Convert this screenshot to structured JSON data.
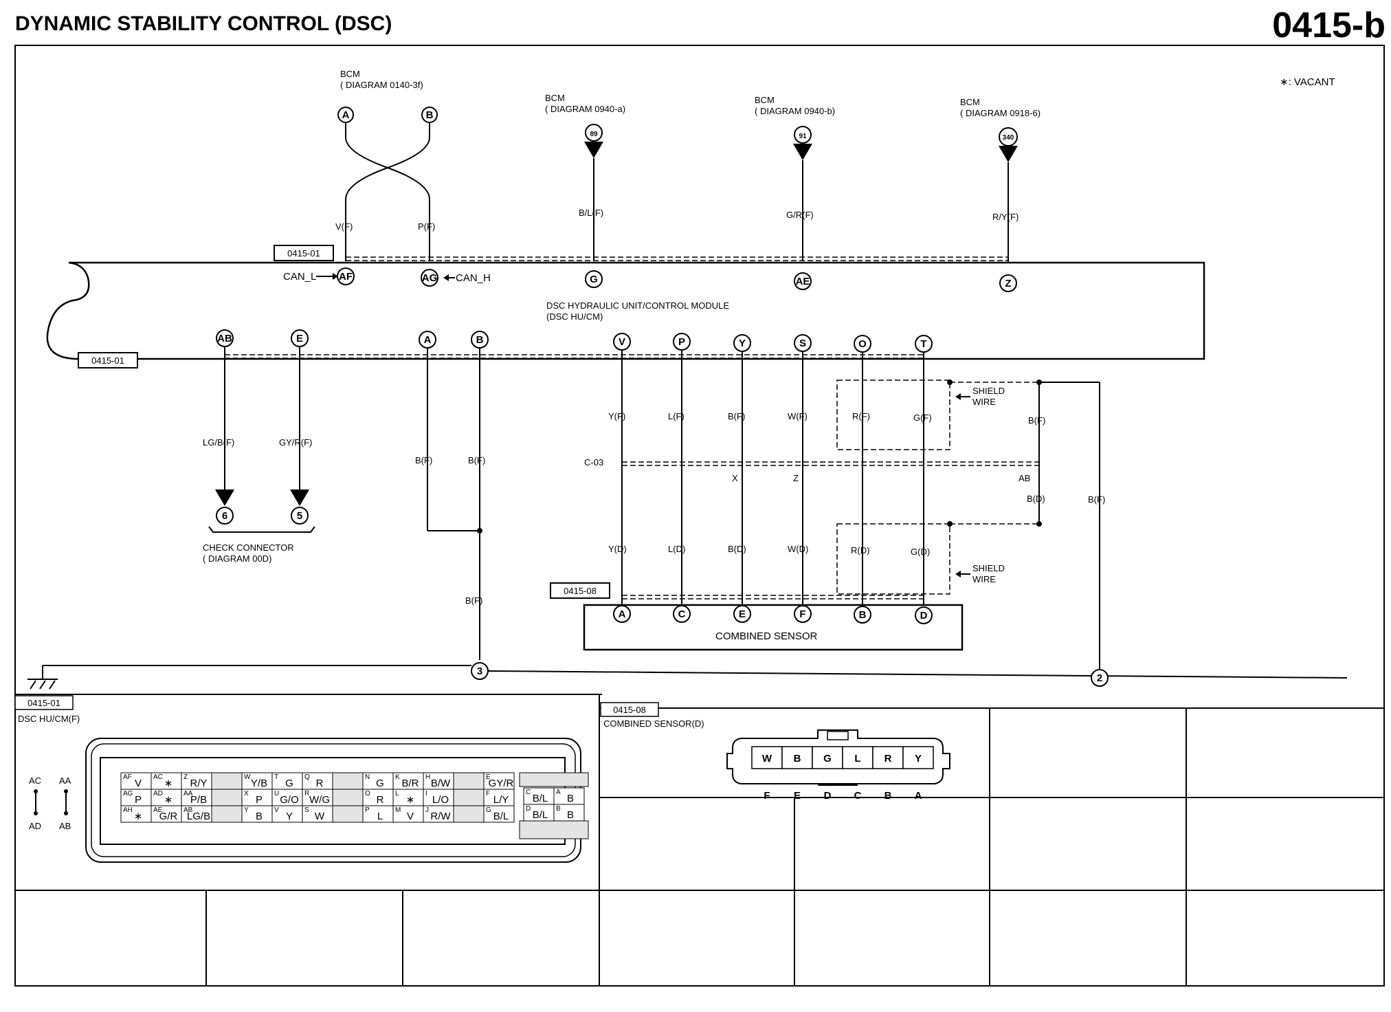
{
  "header": {
    "title": "DYNAMIC STABILITY CONTROL (DSC)",
    "page_code": "0415-b",
    "vacant_note": "∗: VACANT"
  },
  "refs": {
    "r0101": "0415-01",
    "r0108": "0415-08"
  },
  "bcm_sources": [
    {
      "name": "BCM",
      "diagram": "( DIAGRAM 0140-3f)",
      "pins": [
        "A",
        "B"
      ]
    },
    {
      "name": "BCM",
      "diagram": "( DIAGRAM 0940-a)",
      "pin": "89",
      "wire": "B/L(F)"
    },
    {
      "name": "BCM",
      "diagram": "( DIAGRAM 0940-b)",
      "pin": "91",
      "wire": "G/R(F)"
    },
    {
      "name": "BCM",
      "diagram": "( DIAGRAM 0918-6)",
      "pin": "340",
      "wire": "R/Y(F)"
    }
  ],
  "can": {
    "low": "CAN_L",
    "high": "CAN_H",
    "low_wire": "V(F)",
    "high_wire": "P(F)"
  },
  "module": {
    "name": "DSC HYDRAULIC UNIT/CONTROL MODULE",
    "abbr": "(DSC HU/CM)",
    "top_pins": [
      "AF",
      "AG",
      "G",
      "AE",
      "Z"
    ],
    "bottom_pins": [
      "AB",
      "E",
      "A",
      "B",
      "V",
      "P",
      "Y",
      "S",
      "O",
      "T"
    ]
  },
  "check_connector": {
    "name": "CHECK CONNECTOR",
    "diagram": "( DIAGRAM 00D)",
    "wires": [
      "LG/B(F)",
      "GY/R(F)"
    ],
    "pins": [
      "6",
      "5"
    ]
  },
  "ground": {
    "wires": [
      "B(F)",
      "B(F)",
      "B(F)"
    ],
    "points": [
      "3",
      "2"
    ],
    "shield_wires": [
      "B(F)",
      "B(D)",
      "B(F)"
    ]
  },
  "sensor_wires": {
    "f": [
      "Y(F)",
      "L(F)",
      "B(F)",
      "W(F)",
      "R(F)",
      "G(F)"
    ],
    "d": [
      "Y(D)",
      "L(D)",
      "B(D)",
      "W(D)",
      "R(D)",
      "G(D)"
    ],
    "joint": "C-03",
    "joint_pins": [
      "X",
      "Z",
      "AB"
    ],
    "shield": "SHIELD",
    "wire_word": "WIRE"
  },
  "combined_sensor": {
    "name": "COMBINED SENSOR",
    "pins": [
      "A",
      "C",
      "E",
      "F",
      "B",
      "D"
    ]
  },
  "connector_views": {
    "dsc": {
      "ref": "0415-01",
      "title": "DSC HU/CM(F)",
      "legend": [
        "AC",
        "AD",
        "AA",
        "AB"
      ],
      "rows": [
        [
          [
            "AF",
            "V"
          ],
          [
            "AC",
            "∗"
          ],
          [
            "Z",
            "R/Y"
          ],
          [
            "",
            ""
          ],
          [
            "W",
            "Y/B"
          ],
          [
            "T",
            "G"
          ],
          [
            "Q",
            "R"
          ],
          [
            "",
            ""
          ],
          [
            "N",
            "G"
          ],
          [
            "K",
            "B/R"
          ],
          [
            "H",
            "B/W"
          ],
          [
            "",
            ""
          ],
          [
            "E",
            "GY/R"
          ]
        ],
        [
          [
            "AG",
            "P"
          ],
          [
            "AD",
            "∗"
          ],
          [
            "AA",
            "P/B"
          ],
          [
            "",
            ""
          ],
          [
            "X",
            "P"
          ],
          [
            "U",
            "G/O"
          ],
          [
            "R",
            "W/G"
          ],
          [
            "",
            ""
          ],
          [
            "O",
            "R"
          ],
          [
            "L",
            "∗"
          ],
          [
            "I",
            "L/O"
          ],
          [
            "",
            ""
          ],
          [
            "F",
            "L/Y"
          ]
        ],
        [
          [
            "AH",
            "∗"
          ],
          [
            "AE",
            "G/R"
          ],
          [
            "AB",
            "LG/B"
          ],
          [
            "",
            ""
          ],
          [
            "Y",
            "B"
          ],
          [
            "V",
            "Y"
          ],
          [
            "S",
            "W"
          ],
          [
            "",
            ""
          ],
          [
            "P",
            "L"
          ],
          [
            "M",
            "V"
          ],
          [
            "J",
            "R/W"
          ],
          [
            "",
            ""
          ],
          [
            "G",
            "B/L"
          ]
        ]
      ],
      "right_block": [
        [
          "C",
          "B/L"
        ],
        [
          "A",
          "B"
        ],
        [
          "D",
          "B/L"
        ],
        [
          "B",
          "B"
        ]
      ]
    },
    "sensor": {
      "ref": "0415-08",
      "title": "COMBINED SENSOR(D)",
      "colors": [
        "W",
        "B",
        "G",
        "L",
        "R",
        "Y"
      ],
      "pins": [
        "F",
        "E",
        "D",
        "C",
        "B",
        "A"
      ]
    }
  }
}
